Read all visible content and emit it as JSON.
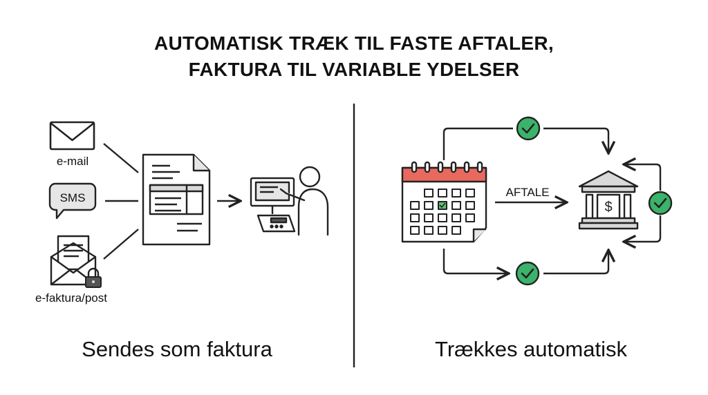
{
  "title": {
    "line1": "AUTOMATISK TRÆK TIL FASTE AFTALER,",
    "line2": "FAKTURA TIL VARIABLE YDELSER"
  },
  "left": {
    "channels": [
      "e-mail",
      "SMS",
      "e-faktura/post"
    ],
    "caption": "Sendes som faktura"
  },
  "right": {
    "arrow_label": "AFTALE",
    "caption": "Trækkes automatisk",
    "currency_symbol": "$"
  },
  "colors": {
    "line": "#222222",
    "calendar_header": "#e8695e",
    "check_green": "#3cb36a",
    "highlight_green": "#5fbf73",
    "bank_grey": "#d9d9d9"
  }
}
